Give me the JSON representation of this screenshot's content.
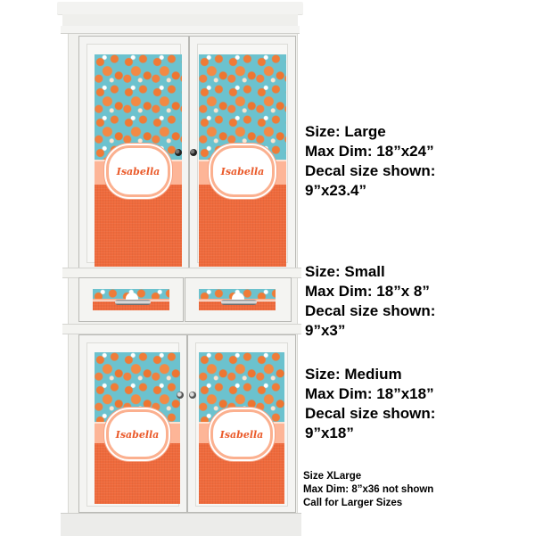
{
  "product": {
    "decal_name_text": "Isabella",
    "colors": {
      "pattern_bg": "#6cc2ce",
      "fox_orange": "#f07a35",
      "peach_band": "#fdb597",
      "solid_orange": "#ef6a3c",
      "name_text": "#ea5a2a",
      "cabinet_white": "#f3f3f1"
    }
  },
  "specs": [
    {
      "size": "Size: Large",
      "max_dim": "Max Dim: 18”x24”",
      "decal_label": "Decal size shown:",
      "decal_value": "9”x23.4”"
    },
    {
      "size": "Size: Small",
      "max_dim": "Max Dim: 18”x 8”",
      "decal_label": "Decal size shown:",
      "decal_value": "9”x3”"
    },
    {
      "size": "Size: Medium",
      "max_dim": "Max Dim: 18”x18”",
      "decal_label": "Decal size shown:",
      "decal_value": "9”x18”"
    }
  ],
  "xlarge": {
    "size": "Size XLarge",
    "max_dim": "Max Dim: 8”x36 not shown",
    "note": "Call for Larger Sizes"
  }
}
